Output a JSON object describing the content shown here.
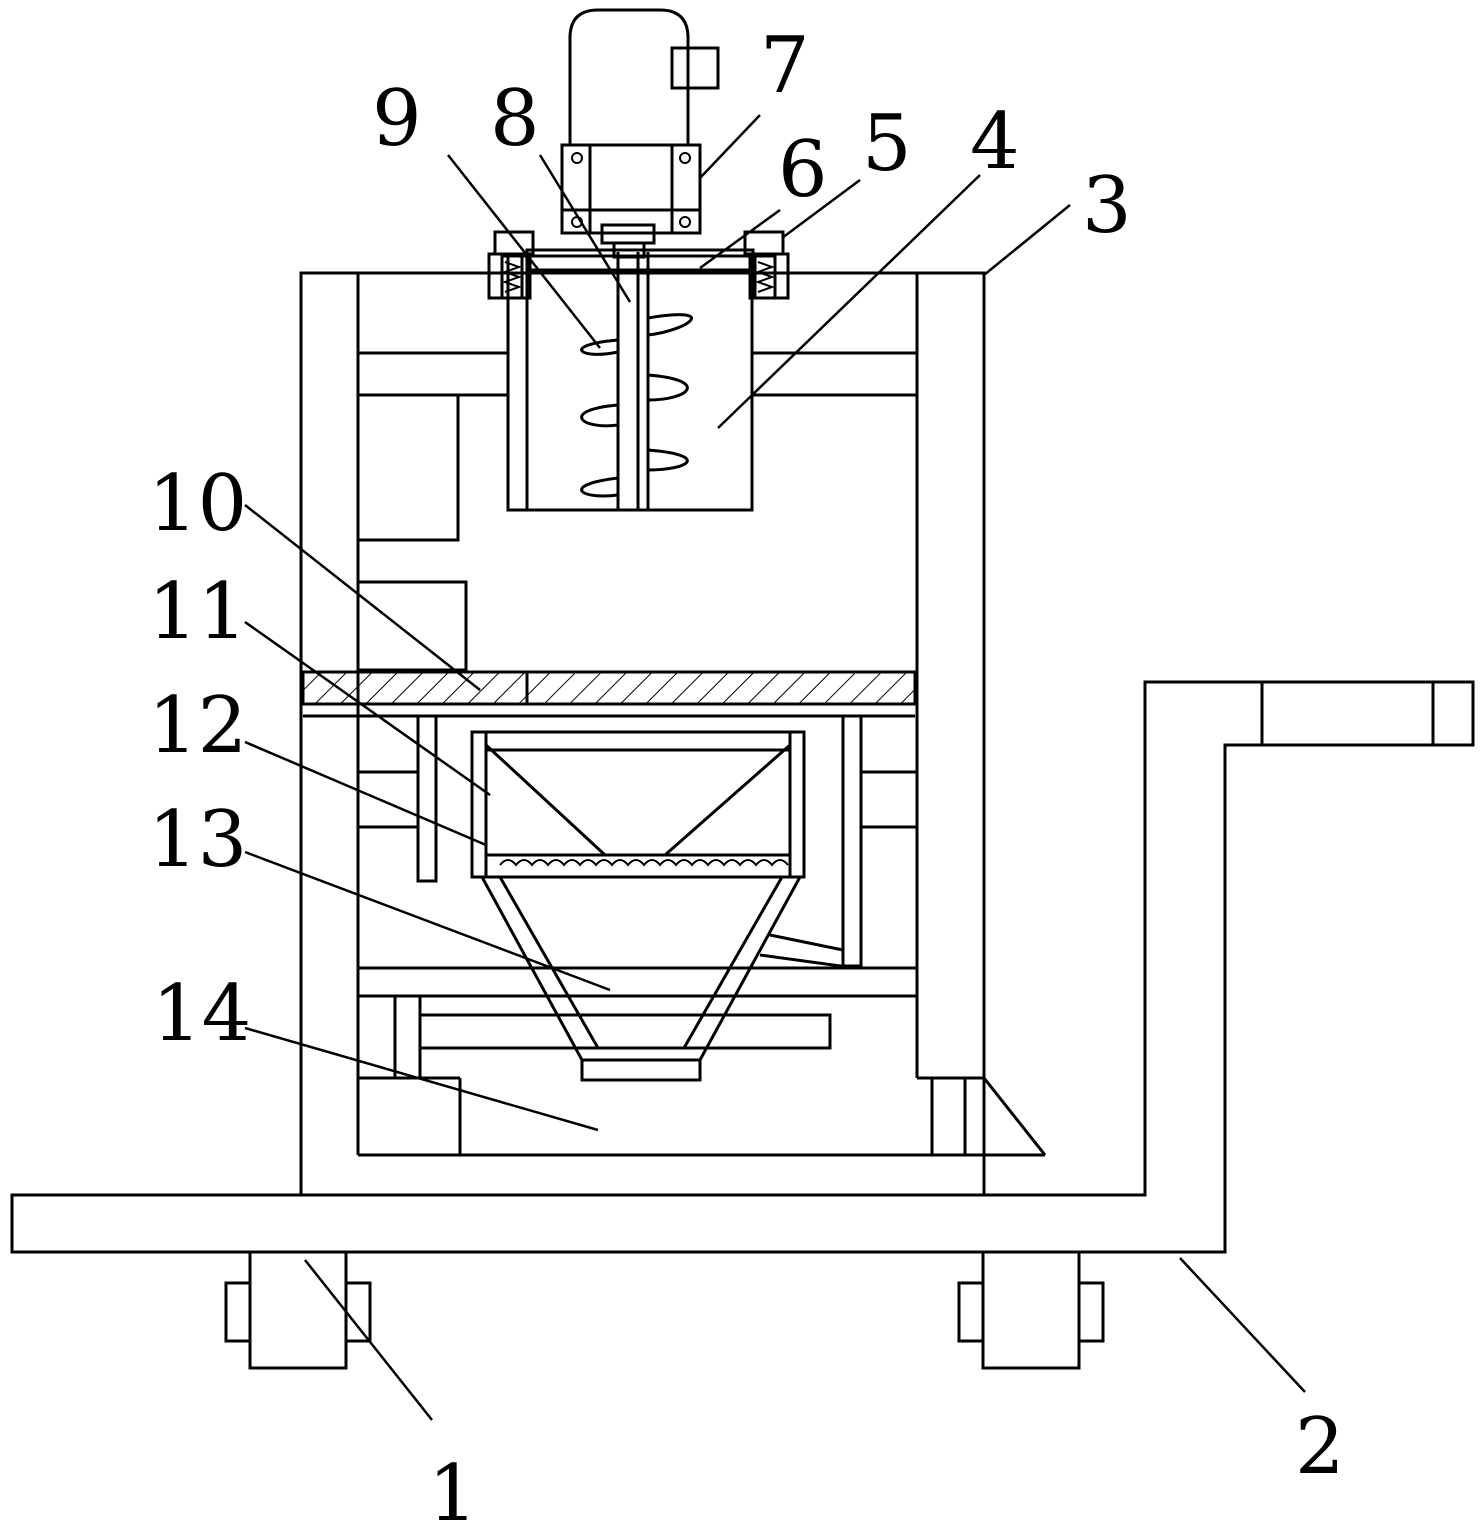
{
  "figure": {
    "reference_labels": [
      {
        "id": "1",
        "text": "1"
      },
      {
        "id": "2",
        "text": "2"
      },
      {
        "id": "3",
        "text": "3"
      },
      {
        "id": "4",
        "text": "4"
      },
      {
        "id": "5",
        "text": "5"
      },
      {
        "id": "6",
        "text": "6"
      },
      {
        "id": "7",
        "text": "7"
      },
      {
        "id": "8",
        "text": "8"
      },
      {
        "id": "9",
        "text": "9"
      },
      {
        "id": "10",
        "text": "10"
      },
      {
        "id": "11",
        "text": "11"
      },
      {
        "id": "12",
        "text": "12"
      },
      {
        "id": "13",
        "text": "13"
      },
      {
        "id": "14",
        "text": "14"
      }
    ]
  }
}
